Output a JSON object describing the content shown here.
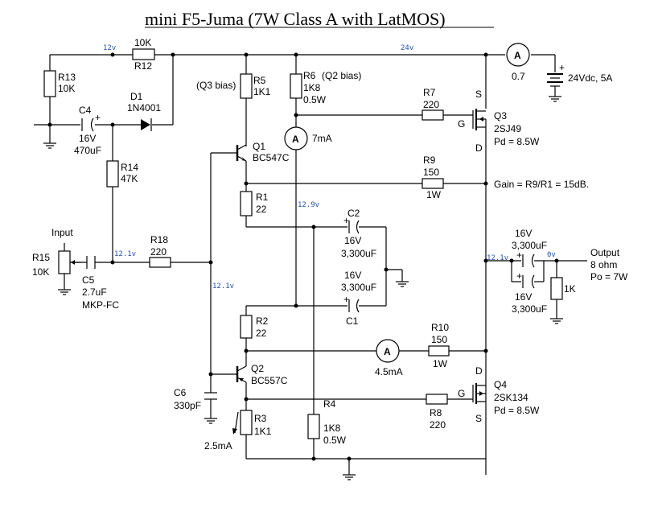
{
  "title": "mini F5-Juma (7W Class A with LatMOS)",
  "rails": {
    "v12": "12v",
    "v24": "24v",
    "v129": "12.9v",
    "v121": "12.1v",
    "v0": "0v"
  },
  "components": {
    "R13": [
      "R13",
      "10K"
    ],
    "R12": [
      "10K",
      "R12"
    ],
    "C4": [
      "C4",
      "16V",
      "470uF"
    ],
    "D1": [
      "D1",
      "1N4001"
    ],
    "R14": [
      "R14",
      "47K"
    ],
    "R5": [
      "(Q3 bias)",
      "R5",
      "1K1"
    ],
    "R6": [
      "R6",
      "(Q2 bias)",
      "1K8",
      "0.5W"
    ],
    "R7": [
      "R7",
      "220"
    ],
    "Q3": [
      "S",
      "G",
      "D",
      "Q3",
      "2SJ49",
      "Pd = 8.5W"
    ],
    "A_top": [
      "A",
      "0.7"
    ],
    "supply": "24Vdc, 5A",
    "Q1": [
      "Q1",
      "BC547C"
    ],
    "A_q1": [
      "A",
      "7mA"
    ],
    "R9": [
      "R9",
      "150",
      "1W"
    ],
    "gain": "Gain = R9/R1 = 15dB.",
    "R1": [
      "R1",
      "22"
    ],
    "C2": [
      "C2",
      "16V",
      "3,300uF"
    ],
    "C1": [
      "16V",
      "3,300uF",
      "C1"
    ],
    "input": "Input",
    "R15": [
      "R15",
      "10K"
    ],
    "C5": [
      "C5",
      "2.7uF",
      "MKP-FC"
    ],
    "R18": [
      "R18",
      "220"
    ],
    "out_caps": [
      "16V",
      "3,300uF",
      "16V",
      "3,300uF"
    ],
    "output": [
      "Output",
      "8 ohm",
      "Po = 7W"
    ],
    "R_1K": "1K",
    "R2": [
      "R2",
      "22"
    ],
    "R10": [
      "R10",
      "150",
      "1W"
    ],
    "A_r10": [
      "A",
      "4.5mA"
    ],
    "Q2": [
      "Q2",
      "BC557C"
    ],
    "C6": [
      "C6",
      "330pF"
    ],
    "Q4": [
      "D",
      "G",
      "S",
      "Q4",
      "2SK134",
      "Pd = 8.5W"
    ],
    "R3": [
      "R3",
      "1K1",
      "2.5mA"
    ],
    "R4": [
      "R4",
      "1K8",
      "0.5W"
    ],
    "R8": [
      "R8",
      "220"
    ]
  }
}
